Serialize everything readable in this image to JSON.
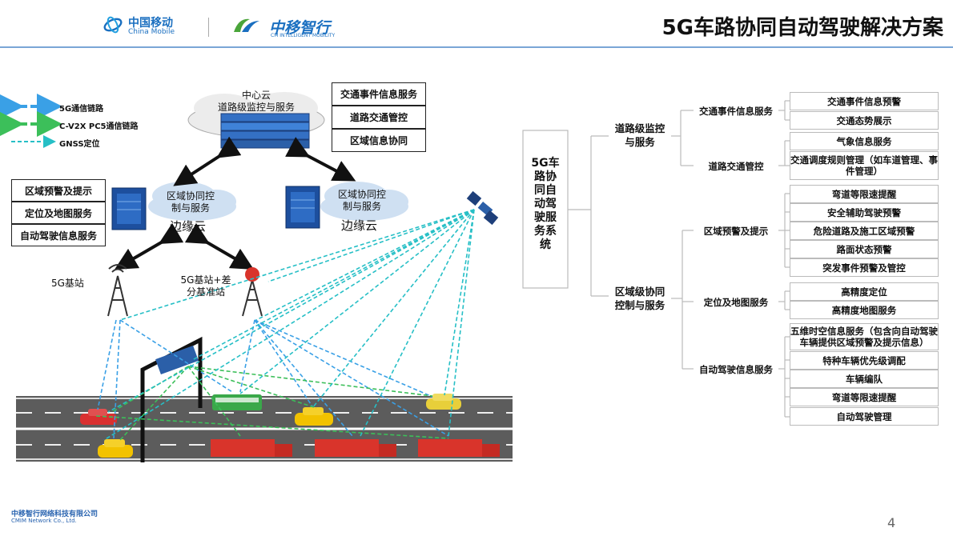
{
  "header": {
    "logo1_cn": "中国移动",
    "logo1_en": "China Mobile",
    "logo2_cn": "中移智行",
    "logo2_en": "CM INTELLIGENT MOBILITY",
    "title": "5G车路协同自动驾驶解决方案"
  },
  "legend": [
    {
      "label": "5G通信链路",
      "color": "#3aa0e6"
    },
    {
      "label": "C-V2X PC5通信链路",
      "color": "#3cbf5a"
    },
    {
      "label": "GNSS定位",
      "color": "#26bfc6"
    }
  ],
  "diagram": {
    "center_cloud": "中心云\n道路级监控与服务",
    "center_services": [
      "交通事件信息服务",
      "道路交通管控",
      "区域信息协同"
    ],
    "edge_services": [
      "区域预警及提示",
      "定位及地图服务",
      "自动驾驶信息服务"
    ],
    "edge_left_label": "区域协同控\n制与服务",
    "edge_right_label": "区域协同控\n制与服务",
    "edge_cloud_caption": "边缘云",
    "station1": "5G基站",
    "station2": "5G基站+差\n分基准站"
  },
  "tree": {
    "root": "5G车\n路协\n同自\n动驾\n驶服\n务系\n统",
    "groups": [
      {
        "label": "道路级监控\n与服务",
        "subs": [
          {
            "label": "交通事件信息服务",
            "items": [
              "交通事件信息预警",
              "交通态势展示"
            ]
          },
          {
            "label": "道路交通管控",
            "items": [
              "气象信息服务",
              "交通调度规则管理（如车道管理、事件管理）"
            ]
          }
        ]
      },
      {
        "label": "区域级协同\n控制与服务",
        "subs": [
          {
            "label": "区域预警及提示",
            "items": [
              "弯道等限速提醒",
              "安全辅助驾驶预警",
              "危险道路及施工区域预警",
              "路面状态预警",
              "突发事件预警及管控"
            ]
          },
          {
            "label": "定位及地图服务",
            "items": [
              "高精度定位",
              "高精度地图服务"
            ]
          },
          {
            "label": "自动驾驶信息服务",
            "items": [
              "五维时空信息服务（包含向自动驾驶车辆提供区域预警及提示信息）",
              "特种车辆优先级调配",
              "车辆编队",
              "弯道等限速提醒",
              "自动驾驶管理"
            ]
          }
        ]
      }
    ]
  },
  "footer": {
    "company_cn": "中移智行网络科技有限公司",
    "company_en": "CMIM Network Co., Ltd.",
    "page": "4"
  }
}
